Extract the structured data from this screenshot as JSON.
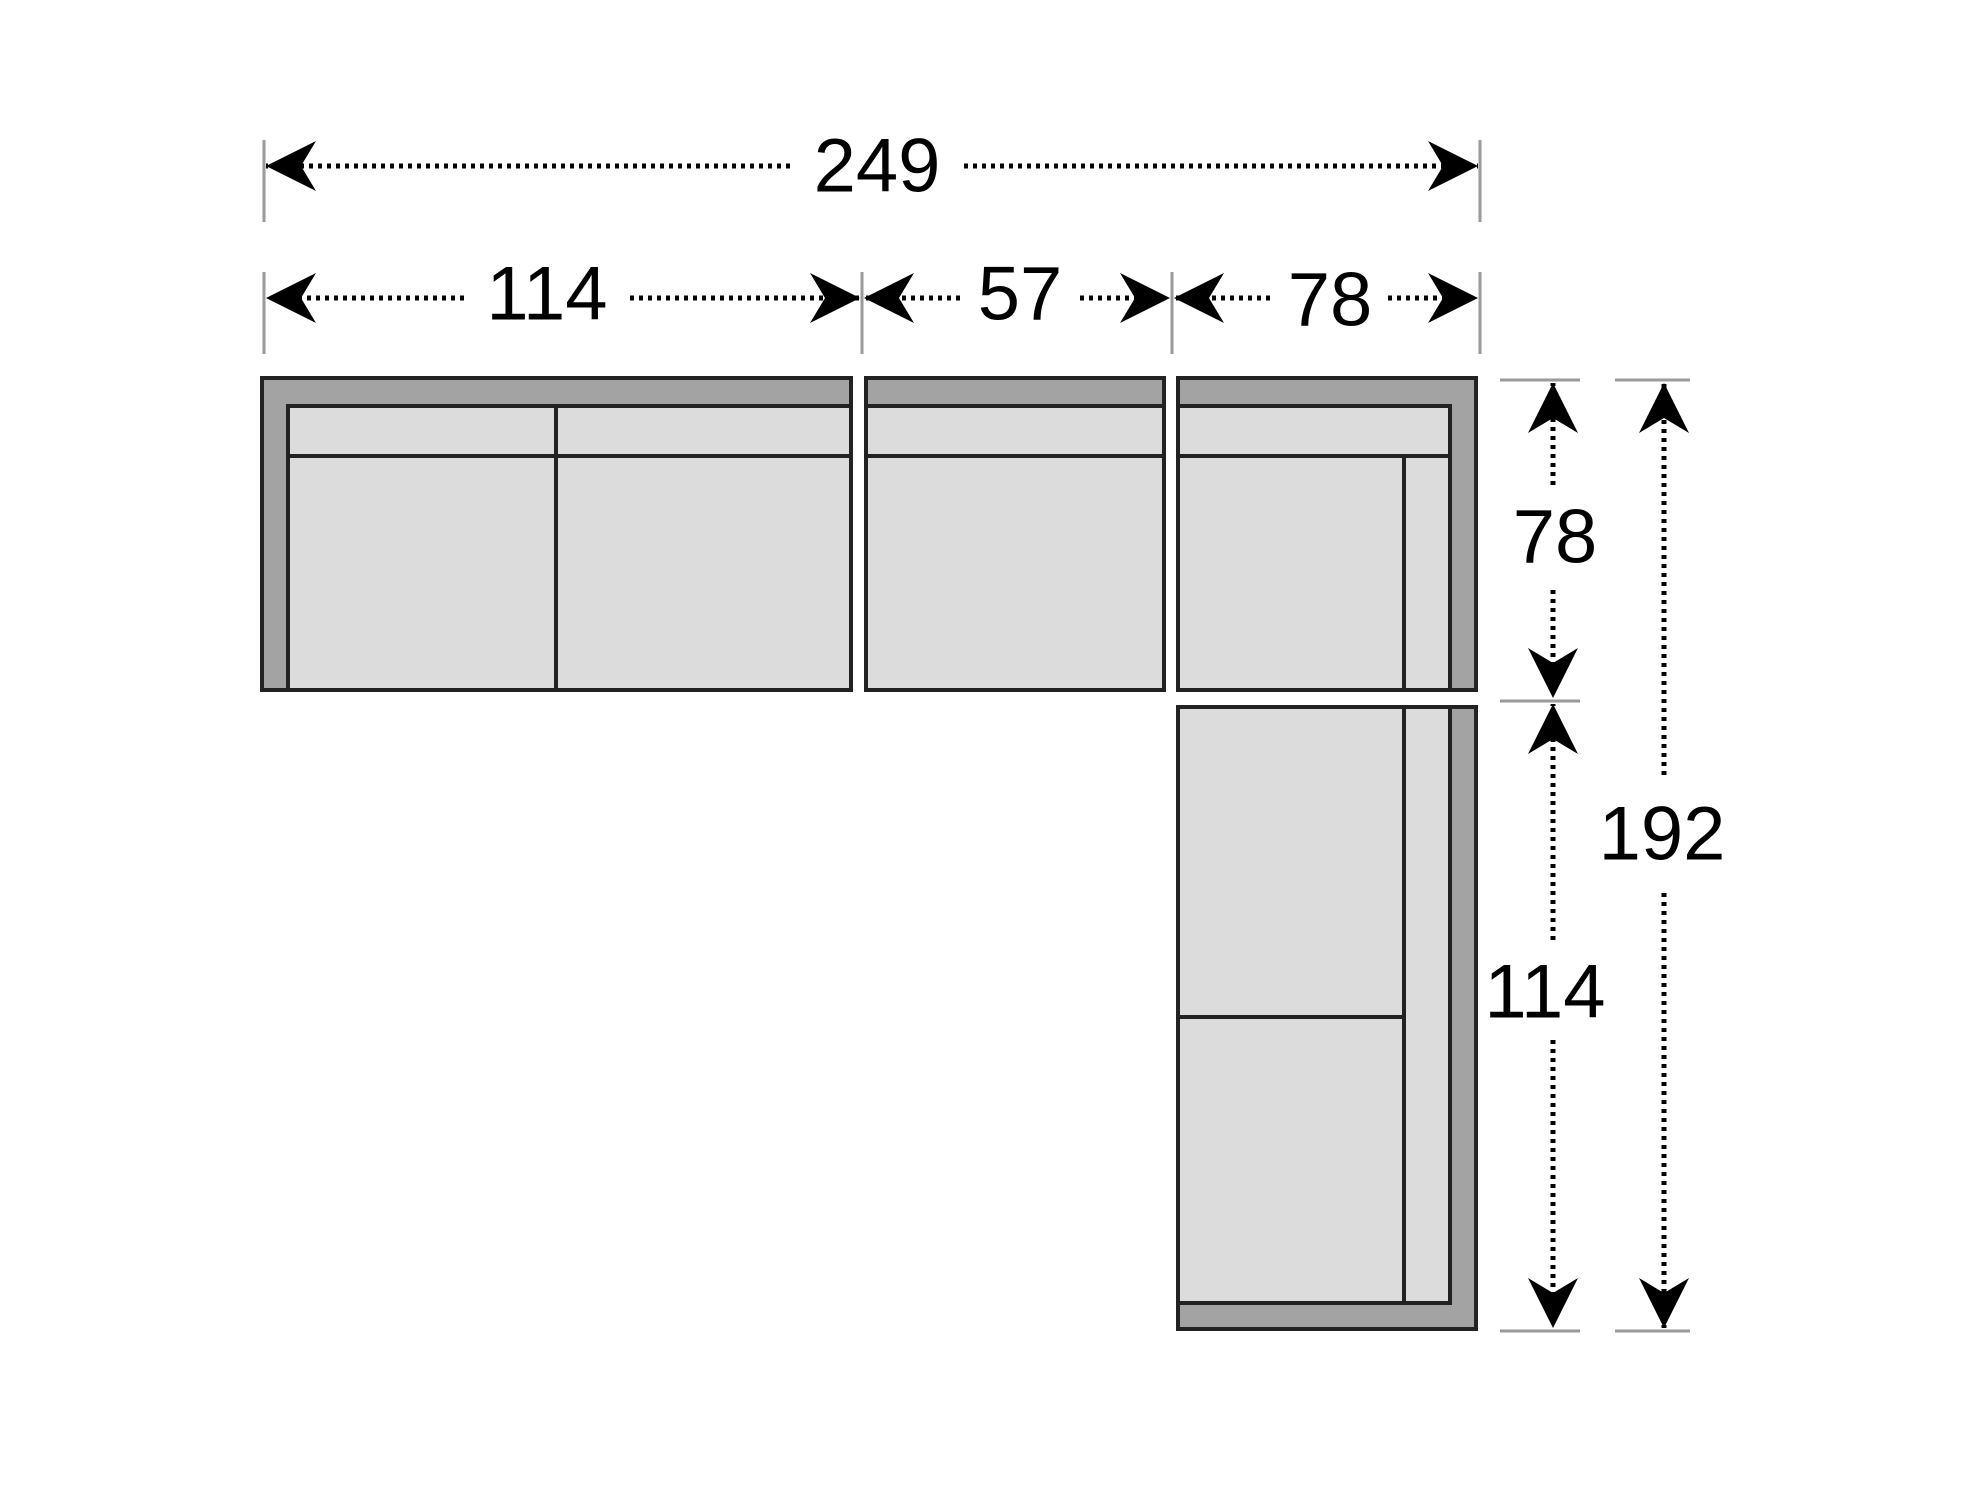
{
  "colors": {
    "frame": "#a3a3a3",
    "cushion": "#dcdcdc",
    "outline": "#222222",
    "dimension": "#000000",
    "extension_line": "#9a9a9a"
  },
  "dimensions": {
    "overall_width": "249",
    "width_left_section": "114",
    "width_middle_section": "57",
    "width_corner_section": "78",
    "depth_corner": "78",
    "length_chaise": "114",
    "overall_length": "192"
  }
}
